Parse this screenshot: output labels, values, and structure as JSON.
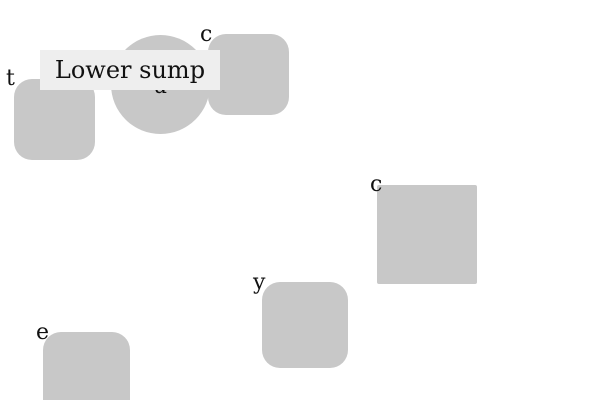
{
  "colors": {
    "shape_fill": "#c8c8c8",
    "tooltip_bg": "#eeeeee",
    "text": "#111111"
  },
  "labels": {
    "t": "t",
    "u": "u",
    "c_top": "c",
    "c_mid": "c",
    "y": "y",
    "e": "e"
  },
  "tooltip": {
    "text": "Lower sump"
  }
}
